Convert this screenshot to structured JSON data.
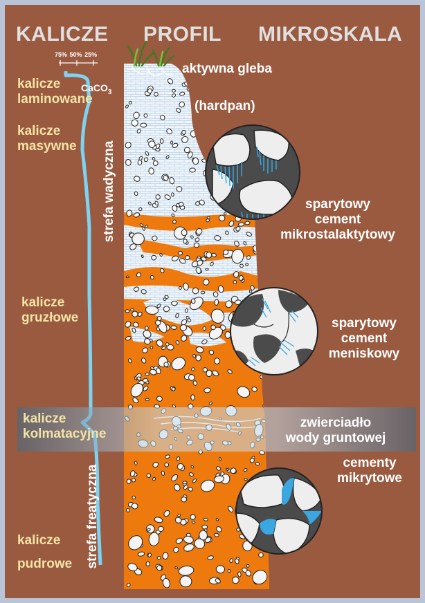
{
  "header": {
    "title_left": "KALICZE",
    "title_center": "PROFIL",
    "title_right": "MIKROSKALA"
  },
  "scale": {
    "tick_labels": [
      "75%",
      "50%",
      "25%"
    ],
    "mineral": "CaCO",
    "mineral_subscript": "3"
  },
  "left_labels": {
    "laminated": [
      "kalicze",
      "laminowane"
    ],
    "massive": [
      "kalicze",
      "masywne"
    ],
    "nodular": [
      "kalicze",
      "gruzłowe"
    ],
    "colmation": [
      "kalicze",
      "kolmatacyjne"
    ],
    "powdery": [
      "kalicze",
      "pudrowe"
    ]
  },
  "zones": {
    "vadose": "strefa wadyczna",
    "phreatic": "strefa freatyczna"
  },
  "profile_labels": {
    "soil": "aktywna gleba",
    "hardpan": "(hardpan)",
    "water_table": [
      "zwierciadło",
      "wody gruntowej"
    ]
  },
  "micro_labels": {
    "microstalactitic": [
      "sparytowy",
      "cement",
      "mikrostalaktytowy"
    ],
    "meniscus": [
      "sparytowy",
      "cement",
      "meniskowy"
    ],
    "micritic": [
      "cementy",
      "mikrytowe"
    ]
  },
  "colors": {
    "background": "#9a5a40",
    "frame": "#b9c4d6",
    "calcrete_orange": "#ee7a0e",
    "calcrete_pale": "#eef4fa",
    "cement_blue": "#3aa7e0",
    "grain_dark": "#4b4b4b",
    "label_yellow": "#f3e4a6"
  }
}
